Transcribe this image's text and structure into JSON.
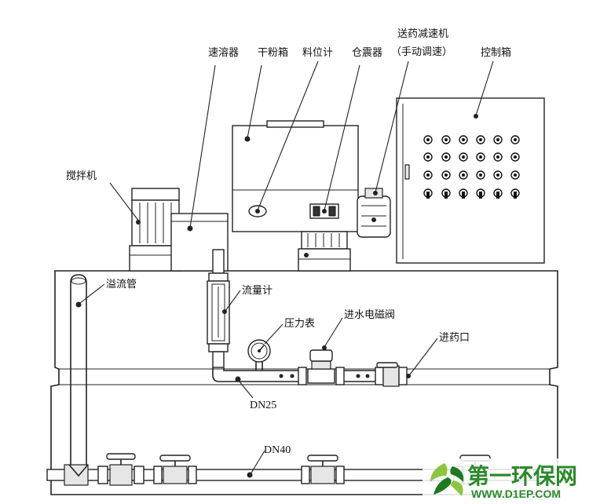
{
  "labels": {
    "dissolver": "速溶器",
    "powder_bin": "干粉箱",
    "level_gauge": "料位计",
    "bin_vibrator": "仓震器",
    "feeder_motor_line1": "送药减速机",
    "feeder_motor_line2": "（手动调速）",
    "control_box": "控制箱",
    "mixer": "搅拌机",
    "overflow_pipe": "溢流管",
    "flowmeter": "流量计",
    "pressure_gauge": "压力表",
    "inlet_valve": "进水电磁阀",
    "dosing_inlet": "进药口",
    "pipe_dn25": "DN25",
    "pipe_dn40": "DN40"
  },
  "watermark": {
    "title": "第一环保网",
    "url": "WWW.D1EP.COM"
  },
  "colors": {
    "line": "#222222",
    "panel_fill": "#e6e6e6",
    "watermark_green": "#2b8a2b",
    "watermark_leaf_dark": "#1f7a1f",
    "watermark_leaf_light": "#8cc63f"
  }
}
